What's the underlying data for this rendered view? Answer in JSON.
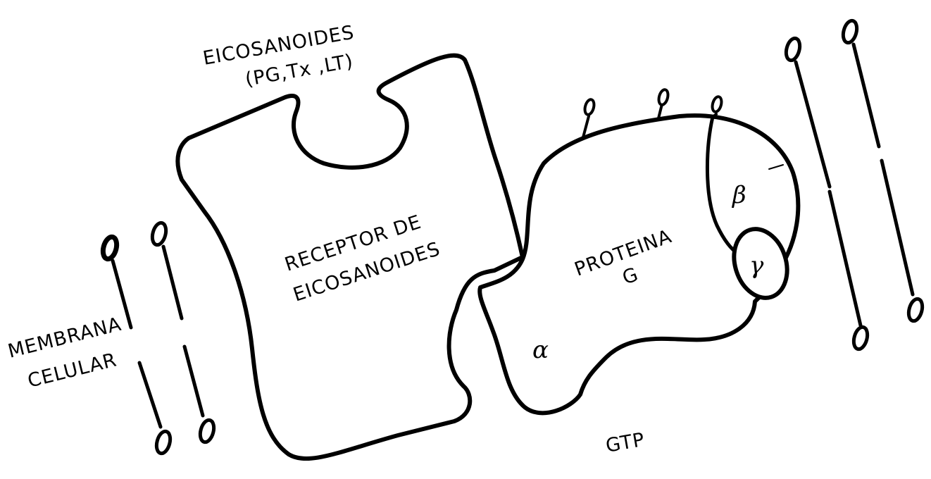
{
  "labels": {
    "eicosanoids_title": "EICOSANOIDES",
    "eicosanoids_types": "(PG,Tx ,LT)",
    "receptor_line1": "RECEPTOR  DE",
    "receptor_line2": "EICOSANOIDES",
    "protein_line1": "PROTEINA",
    "protein_line2": "G",
    "alpha": "α",
    "beta": "β",
    "gamma": "γ",
    "gtp": "GTP",
    "membrane_line1": "MEMBRANA",
    "membrane_line2": "CELULAR"
  },
  "colors": {
    "ink": "#000000",
    "background": "#ffffff"
  }
}
